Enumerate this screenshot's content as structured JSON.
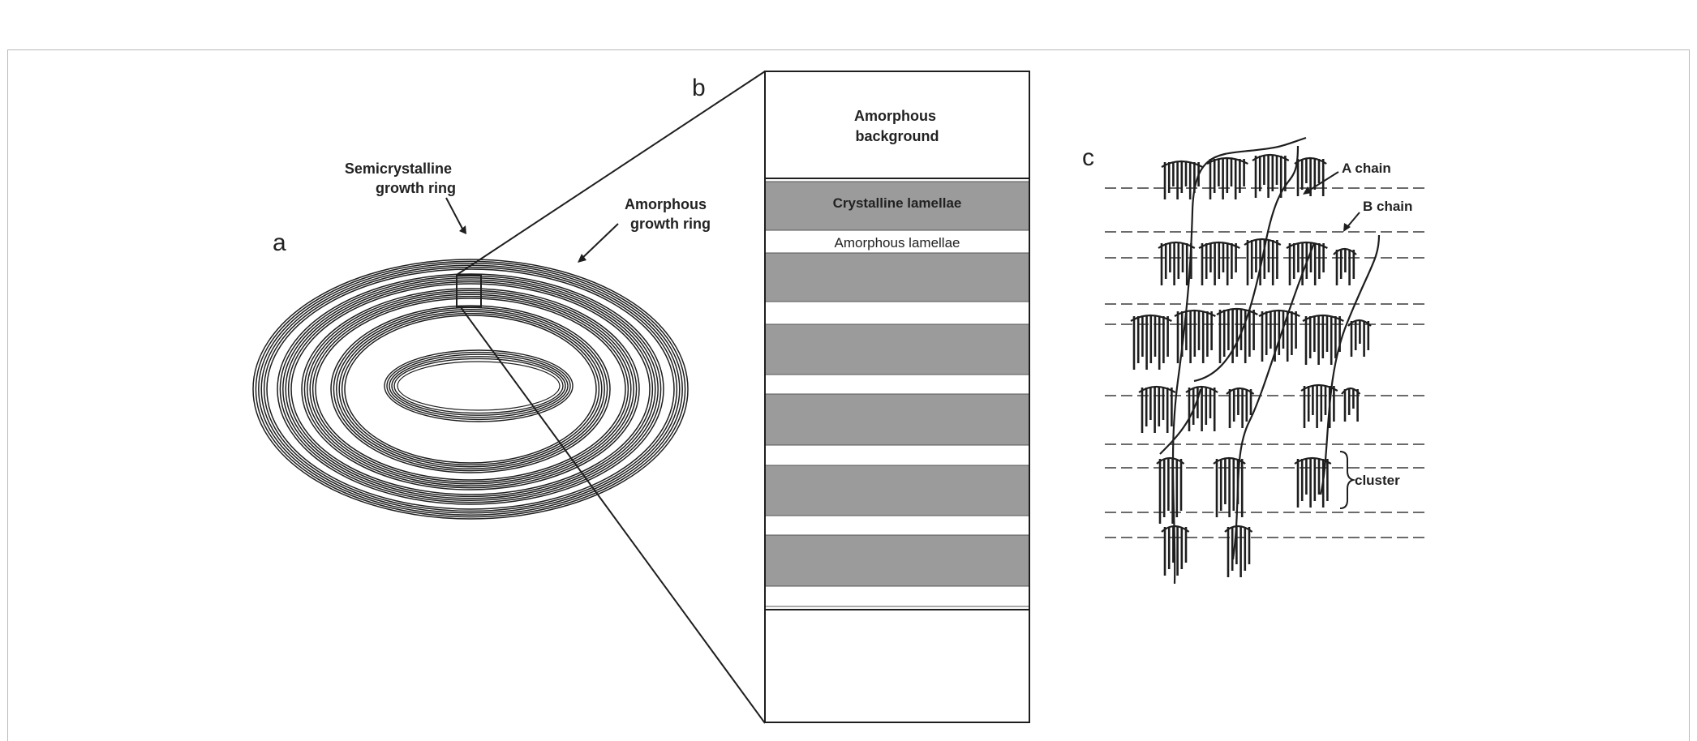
{
  "panels": {
    "a": {
      "letter": "a",
      "semicrystalline_label": [
        "Semicrystalline",
        "growth ring"
      ],
      "amorphous_label": [
        "Amorphous",
        "growth ring"
      ]
    },
    "b": {
      "letter": "b",
      "background_label": [
        "Amorphous",
        "background"
      ],
      "crystalline_label": "Crystalline lamellae",
      "amorphous_lamellae_label": "Amorphous lamellae"
    },
    "c": {
      "letter": "c",
      "a_chain_label": "A chain",
      "b_chain_label": "B chain",
      "cluster_label": "cluster"
    }
  },
  "colors": {
    "line": "#1e1e1e",
    "lamella_fill": "#9b9b9b",
    "frame": "#b9b9b9"
  }
}
